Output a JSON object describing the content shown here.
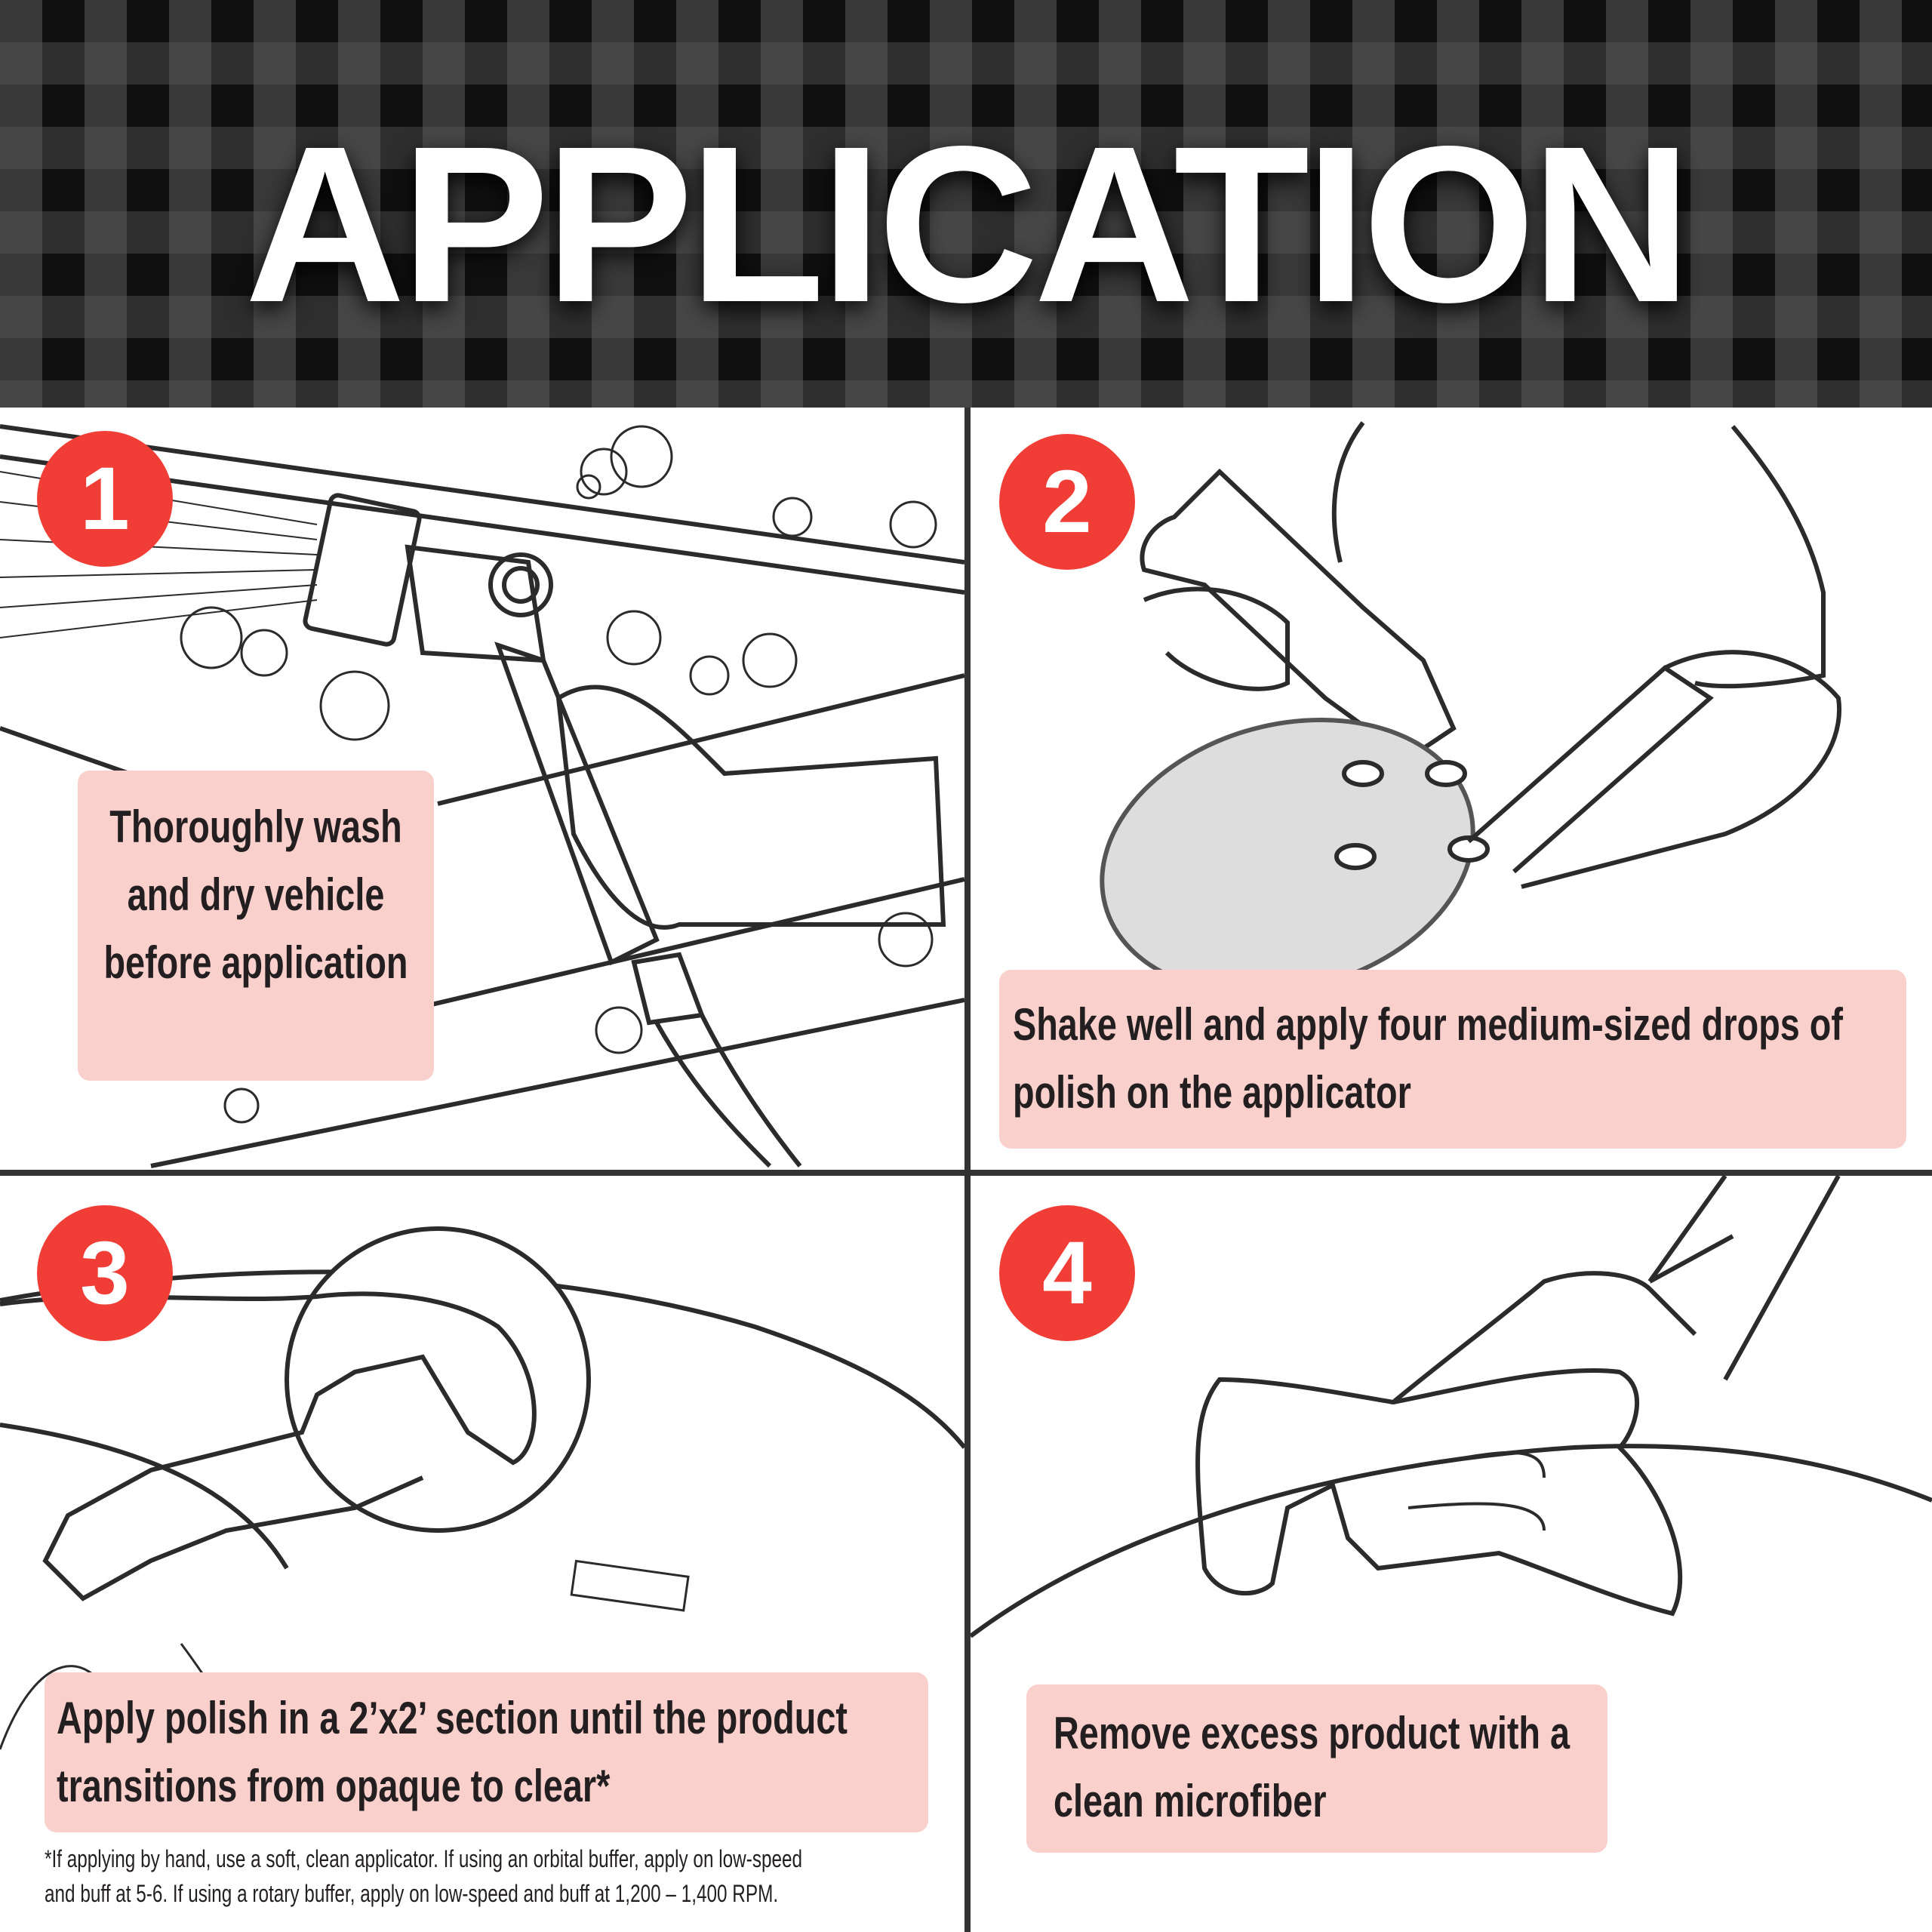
{
  "title": "APPLICATION",
  "steps": [
    {
      "number": "1",
      "text": "Thoroughly wash and dry vehicle before application"
    },
    {
      "number": "2",
      "text": "Shake well and apply four medium-sized drops of polish on the applicator"
    },
    {
      "number": "3",
      "text": "Apply polish in a 2’x2’ section until the product transitions from opaque to clear*"
    },
    {
      "number": "4",
      "text": "Remove excess product with a clean microfiber"
    }
  ],
  "footnote": {
    "line1": "*If applying by hand, use a soft, clean applicator. If using an orbital buffer, apply on low-speed",
    "line2": "and buff at 5-6. If using a rotary buffer, apply on low-speed and buff at 1,200 – 1,400 RPM."
  },
  "colors": {
    "badge": "#f03e36",
    "textbox": "#fad0cc",
    "header_bg": "#1a1a1a"
  }
}
